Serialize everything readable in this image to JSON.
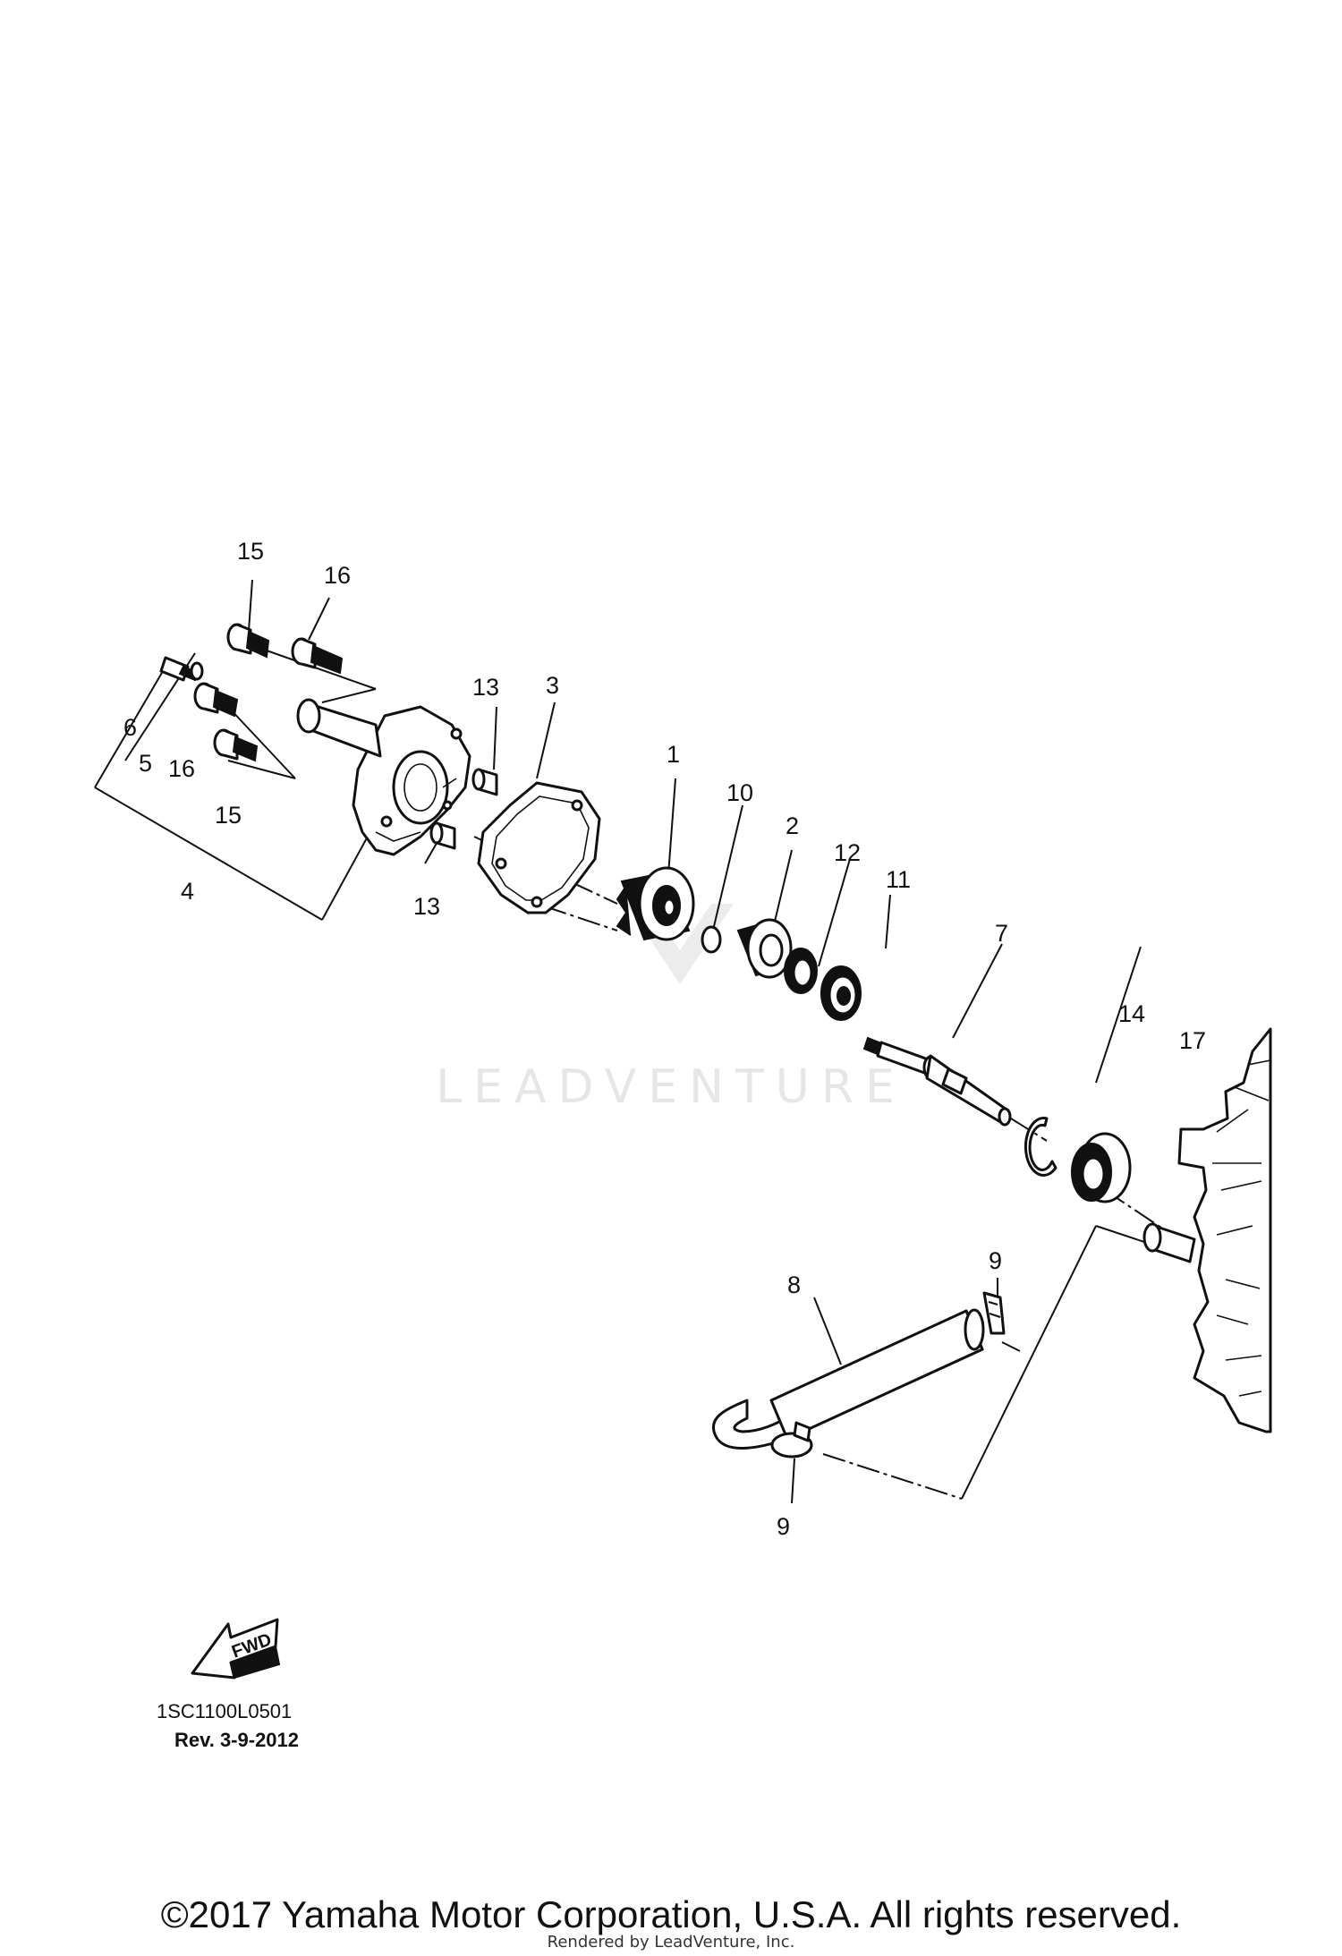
{
  "watermark": {
    "text": "LEADVENTURE"
  },
  "callouts": [
    {
      "id": "15a",
      "label": "15"
    },
    {
      "id": "16a",
      "label": "16"
    },
    {
      "id": "6",
      "label": "6"
    },
    {
      "id": "5",
      "label": "5"
    },
    {
      "id": "16b",
      "label": "16"
    },
    {
      "id": "15b",
      "label": "15"
    },
    {
      "id": "4",
      "label": "4"
    },
    {
      "id": "13a",
      "label": "13"
    },
    {
      "id": "3",
      "label": "3"
    },
    {
      "id": "13b",
      "label": "13"
    },
    {
      "id": "1",
      "label": "1"
    },
    {
      "id": "10",
      "label": "10"
    },
    {
      "id": "2",
      "label": "2"
    },
    {
      "id": "12",
      "label": "12"
    },
    {
      "id": "11",
      "label": "11"
    },
    {
      "id": "7",
      "label": "7"
    },
    {
      "id": "14",
      "label": "14"
    },
    {
      "id": "17",
      "label": "17"
    },
    {
      "id": "9a",
      "label": "9"
    },
    {
      "id": "8",
      "label": "8"
    },
    {
      "id": "9b",
      "label": "9"
    }
  ],
  "fwd_arrow": {
    "label": "FWD"
  },
  "diagram_code": "1SC1100L0501",
  "revision": "Rev.  3-9-2012",
  "copyright": "©2017 Yamaha Motor Corporation, U.S.A. All rights reserved.",
  "rendered_by": "Rendered by LeadVenture, Inc."
}
